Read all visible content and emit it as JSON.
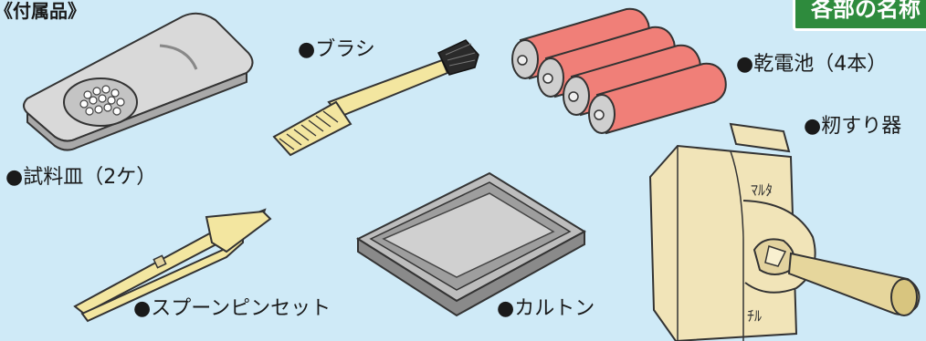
{
  "header": {
    "left_title": "《付属品》",
    "right_title": "各部の名称"
  },
  "items": {
    "sample_dish": "●試料皿（2ケ）",
    "brush": "●ブラシ",
    "batteries": "●乾電池（4本）",
    "husker": "●籾すり器",
    "spoon_tweezers": "●スプーンピンセット",
    "carton": "●カルトン"
  },
  "husker_marks": {
    "top": "ﾏﾙﾀ",
    "bottom": "ﾁﾙ"
  },
  "colors": {
    "background": "#cfeaf7",
    "header_green": "#2e8b3d",
    "tool_yellow": "#f3e6a0",
    "battery_red": "#f07f78",
    "dish_gray": "#d9d9d9"
  }
}
